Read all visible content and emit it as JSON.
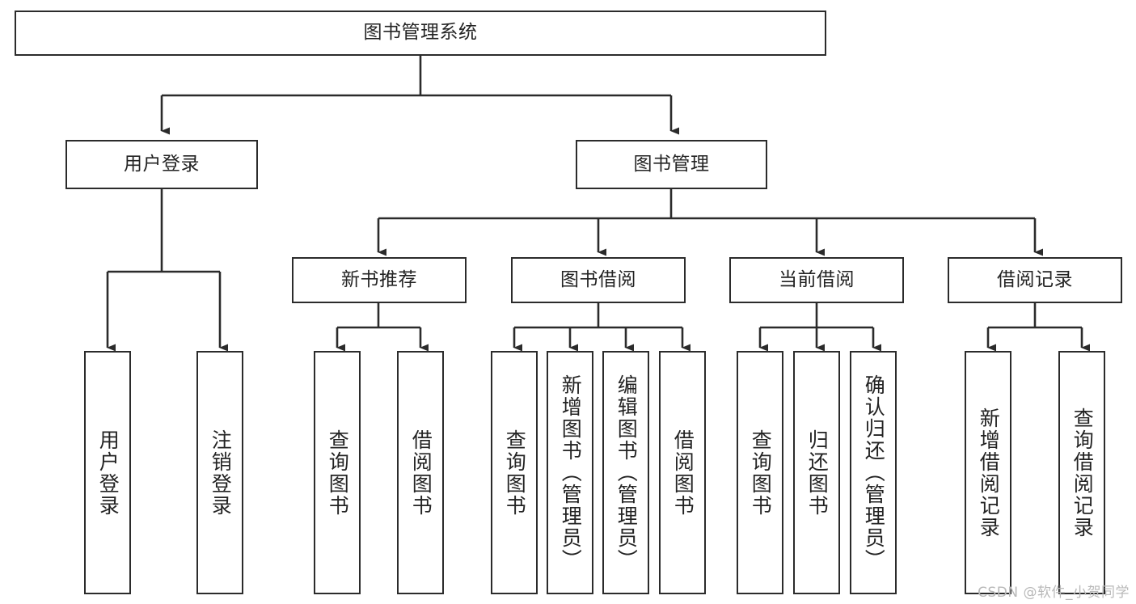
{
  "diagram": {
    "title": "图书管理系统",
    "type": "tree-hierarchy-chart",
    "orientation": "top-down",
    "colors": {
      "stroke": "#2b2b2b",
      "fill": "#ffffff",
      "text": "#232323",
      "watermark": "#b9b9b9"
    },
    "root": {
      "id": "root",
      "label": "图书管理系统"
    },
    "level2": [
      {
        "id": "user-login",
        "label": "用户登录"
      },
      {
        "id": "book-management",
        "label": "图书管理"
      }
    ],
    "level3": [
      {
        "id": "new-book-recommend",
        "label": "新书推荐",
        "parent": "book-management"
      },
      {
        "id": "book-borrow",
        "label": "图书借阅",
        "parent": "book-management"
      },
      {
        "id": "current-borrow",
        "label": "当前借阅",
        "parent": "book-management"
      },
      {
        "id": "borrow-record",
        "label": "借阅记录",
        "parent": "book-management"
      }
    ],
    "leaves": [
      {
        "id": "leaf-user-login",
        "label": "用户登录",
        "parent": "user-login"
      },
      {
        "id": "leaf-logout-login",
        "label": "注销登录",
        "parent": "user-login"
      },
      {
        "id": "leaf-query-book-1",
        "label": "查询图书",
        "parent": "new-book-recommend"
      },
      {
        "id": "leaf-borrow-book-1",
        "label": "借阅图书",
        "parent": "new-book-recommend"
      },
      {
        "id": "leaf-query-book-2",
        "label": "查询图书",
        "parent": "book-borrow"
      },
      {
        "id": "leaf-add-book",
        "label": "新增图书（管理员）",
        "parent": "book-borrow"
      },
      {
        "id": "leaf-edit-book",
        "label": "编辑图书（管理员）",
        "parent": "book-borrow"
      },
      {
        "id": "leaf-borrow-book-2",
        "label": "借阅图书",
        "parent": "book-borrow"
      },
      {
        "id": "leaf-query-book-3",
        "label": "查询图书",
        "parent": "current-borrow"
      },
      {
        "id": "leaf-return-book",
        "label": "归还图书",
        "parent": "current-borrow"
      },
      {
        "id": "leaf-confirm-return",
        "label": "确认归还（管理员）",
        "parent": "current-borrow"
      },
      {
        "id": "leaf-add-record",
        "label": "新增借阅记录",
        "parent": "borrow-record"
      },
      {
        "id": "leaf-query-record",
        "label": "查询借阅记录",
        "parent": "borrow-record"
      }
    ],
    "watermark": "CSDN @软件_小贺同学"
  }
}
